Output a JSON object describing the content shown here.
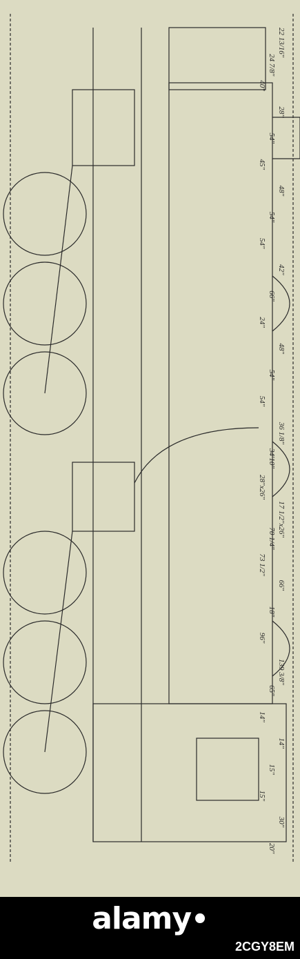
{
  "drawing": {
    "dimensions": [
      "22 13/16\"",
      "24 7/8\"",
      "40\"",
      "28\"",
      "54\"",
      "45\"",
      "48\"",
      "54\"",
      "54\"",
      "42\"",
      "66\"",
      "24\"",
      "48\"",
      "54\"",
      "54\"",
      "36 1/8\"",
      "34'10\"",
      "28\"x26\"",
      "17 1/2\"x26\"",
      "70 1/4\"",
      "73 1/2\"",
      "66\"",
      "18\"",
      "96\"",
      "139 3/8\"",
      "65\"",
      "14\"",
      "14\"",
      "15\"",
      "15\"",
      "30\"",
      "20\""
    ]
  },
  "footer": {
    "brand": "alamy",
    "image_id": "2CGY8EM"
  }
}
